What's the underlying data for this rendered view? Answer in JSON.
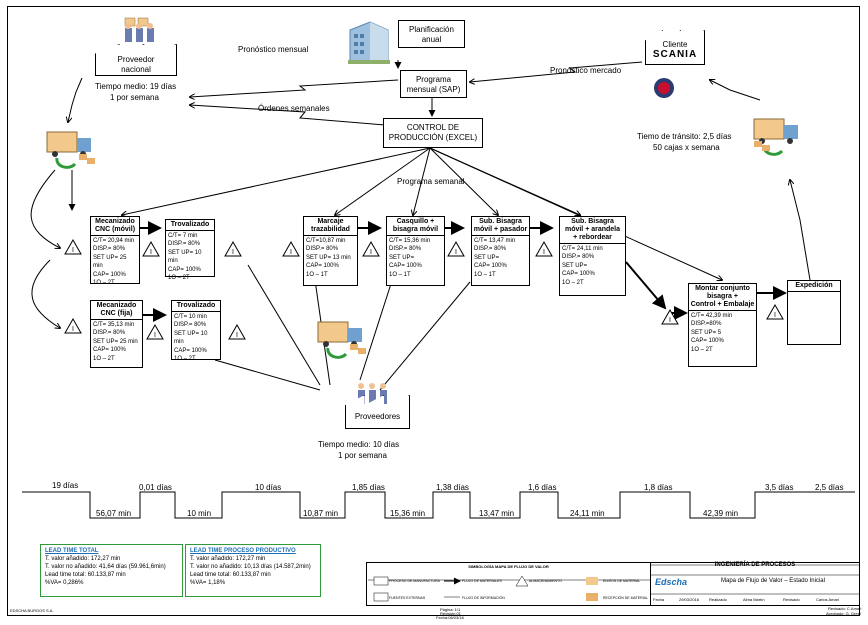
{
  "nodes": {
    "proveedor_nacional": {
      "label": "Proveedor\nnacional",
      "time": "Tiempo medio: 19 días",
      "freq": "1 por semana"
    },
    "planificacion": "Planificación\nanual",
    "programa_mensual": "Programa\nmensual (SAP)",
    "control_produccion": "CONTROL DE\nPRODUCCIÓN (EXCEL)",
    "cliente": {
      "label": "Cliente",
      "brand": "SCANIA"
    },
    "proveedores": {
      "label": "Proveedores",
      "time": "Tiempo medio: 10 días",
      "freq": "1 por semana"
    },
    "expedicion": "Expedición"
  },
  "flows": {
    "pronostico_mensual": "Pronóstico mensual",
    "ordenes_semanales": "Órdenes semanales",
    "pronostico_mercado": "Pronóstico mercado",
    "programa_semanal": "Programa semanal",
    "transito": "Tiemo de tránsito: 2,5 días",
    "cajas": "50 cajas x semana"
  },
  "inventory_symbol": "I",
  "processes": [
    {
      "id": "mecanizado_movil",
      "title": "Mecanizado\nCNC (móvil)",
      "lines": [
        "C/T= 20,94 min",
        "DISP.= 80%",
        "SET UP= 25 min",
        "CAP= 100%",
        "1O – 2T"
      ]
    },
    {
      "id": "trovalizado_1",
      "title": "Trovalizado",
      "lines": [
        "C/T= 7 min",
        "DISP.= 80%",
        "SET UP= 10 min",
        "CAP= 100%",
        "1O – 2T"
      ]
    },
    {
      "id": "mecanizado_fija",
      "title": "Mecanizado\nCNC (fija)",
      "lines": [
        "C/T= 35,13 min",
        "DISP.= 80%",
        "SET UP= 25 min",
        "CAP= 100%",
        "1O – 2T"
      ]
    },
    {
      "id": "trovalizado_2",
      "title": "Trovalizado",
      "lines": [
        "C/T= 10 min",
        "DISP.= 80%",
        "SET UP= 10 min",
        "CAP= 100%",
        "1O – 2T"
      ]
    },
    {
      "id": "marcaje",
      "title": "Marcaje\ntrazabilidad",
      "lines": [
        "C/T=10,87 min",
        "DISP.= 80%",
        "SET UP= 13 min",
        "CAP= 100%",
        "1O – 1T"
      ]
    },
    {
      "id": "casquillo",
      "title": "Casquillo +\nbisagra móvil",
      "lines": [
        "C/T= 15,36 min",
        "DISP.= 80%",
        "SET UP=",
        "CAP= 100%",
        "1O – 1T"
      ]
    },
    {
      "id": "sub_bisagra_pasador",
      "title": "Sub. Bisagra\nmóvil + pasador",
      "lines": [
        "C/T= 13,47 min",
        "DISP.= 80%",
        "SET UP=",
        "CAP= 100%",
        "1O – 1T"
      ]
    },
    {
      "id": "sub_bisagra_arandela",
      "title": "Sub. Bisagra\nmóvil + arandela\n+ rebordear",
      "lines": [
        "C/T= 24,11 min",
        "DISP.= 80%",
        "SET UP=",
        "CAP= 100%",
        "1O – 2T"
      ]
    },
    {
      "id": "montar_conjunto",
      "title": "Montar conjunto\nbisagra +\nControl + Embalaje",
      "lines": [
        "C/T= 42,39 min",
        "DISP.=80%",
        "SET UP= 5",
        "CAP= 100%",
        "1O – 2T"
      ]
    }
  ],
  "timeline": {
    "top": [
      "19 días",
      "0,01 días",
      "10 días",
      "1,85 días",
      "1,38 días",
      "1,6 días",
      "1,8 días",
      "3,5 días",
      "2,5 días"
    ],
    "bottom": [
      "56,07 min",
      "10 min",
      "10,87 min",
      "15,36 min",
      "13,47 min",
      "24,11 min",
      "42,39 min"
    ]
  },
  "lead_total": {
    "title": "LEAD TIME TOTAL",
    "lines": [
      "T. valor añadido: 172,27 min",
      "T. valor no añadido: 41,64 días (59.961,6min)",
      "Lead time total: 60.133,87 min",
      "%VA= 0,286%"
    ]
  },
  "lead_proceso": {
    "title": "LEAD TIME PROCESO PRODUCTIVO",
    "lines": [
      "T. valor añadido: 172,27 min",
      "T. valor no añadido: 10,13 días (14.587,2min)",
      "Lead time total: 60.133,87 min",
      "%VA= 1,18%"
    ]
  },
  "legend": {
    "title": "SIMBOLOGÍA MAPA DE FLUJO DE VALOR",
    "items": [
      "PROCESO DE MANUFACTURA",
      "FLUJO DE MATERIALES",
      "ALMACENAMIENTO",
      "ENVÍOS DE MATERIAL",
      "FUENTES EXTERNAS",
      "FLUJO DE INFORMACIÓN",
      "RECEPCIÓN DE MATERIAL"
    ]
  },
  "titleblock": {
    "dept": "INGENIERÍA DE PROCESOS",
    "brand": "Edscha",
    "title": "Mapa de Flujo de Valor – Estado Inicial",
    "fecha_lbl": "Fecha",
    "fecha": "29/03/2016",
    "realizado_lbl": "Realizado",
    "realizado": "Alma Martín",
    "revisado_lbl": "Revisado",
    "revisado": "Carlos Amari"
  },
  "footer": {
    "left": "EDSCHA BURGOS S.A.",
    "center1": "Página: 1/1",
    "center2": "Revisión:01",
    "center3": "Fecha:06/03/16",
    "right1": "Revisado: C.Amari",
    "right2": "Aprobado: G. Greel"
  }
}
